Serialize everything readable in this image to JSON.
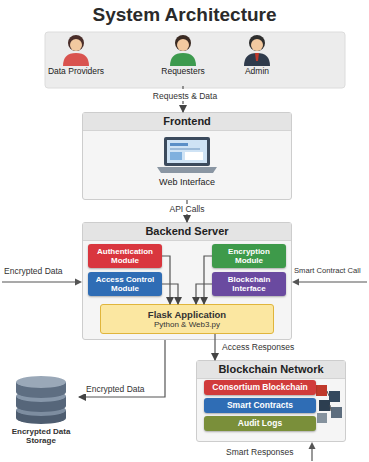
{
  "diagram": {
    "title": "System Architecture",
    "nodes": [
      {
        "text": [
          "Data Providers"
        ]
      },
      {
        "text": [
          "Requesters"
        ]
      },
      {
        "text": [
          "Admin"
        ]
      },
      {
        "text": [
          "Frontend",
          "Web Interface"
        ]
      },
      {
        "text": [
          "Backend Server"
        ]
      },
      {
        "text": [
          "Authentication Module"
        ],
        "in": 4
      },
      {
        "text": [
          "Access Control Module"
        ],
        "in": 4
      },
      {
        "text": [
          "Encryption Module"
        ],
        "in": 4
      },
      {
        "text": [
          "Blockchain Interface"
        ],
        "in": 4
      },
      {
        "text": [
          "Flask Application",
          "Python & Web3.py"
        ],
        "in": 4
      },
      {
        "text": [
          "Blockchain Network"
        ]
      },
      {
        "text": [
          "Consortium Blockchain"
        ],
        "in": 10
      },
      {
        "text": [
          "Smart Contracts"
        ],
        "in": 10
      },
      {
        "text": [
          "Audit Logs"
        ],
        "in": 10
      },
      {
        "text": [
          "Encrypted Data Storage"
        ]
      }
    ],
    "edges": [
      {
        "from": 1,
        "to": 3,
        "label": "Requests & Data",
        "arrow": "to"
      },
      {
        "from": 3,
        "to": 4,
        "label": "API Calls",
        "arrow": "to"
      },
      {
        "from": 5,
        "to": 9,
        "arrow": "to"
      },
      {
        "from": 6,
        "to": 9,
        "arrow": "to"
      },
      {
        "from": 7,
        "to": 9,
        "arrow": "to"
      },
      {
        "from": 8,
        "to": 9,
        "arrow": "to"
      },
      {
        "from": 9,
        "to": 10,
        "label": "Access Responses",
        "arrow": "to"
      },
      {
        "from": 4,
        "to": 14,
        "label": "Encrypted Data",
        "arrow": "to"
      }
    ],
    "labels": [
      "Encrypted Data",
      "Smart Contract Call",
      "Smart Responses"
    ]
  }
}
